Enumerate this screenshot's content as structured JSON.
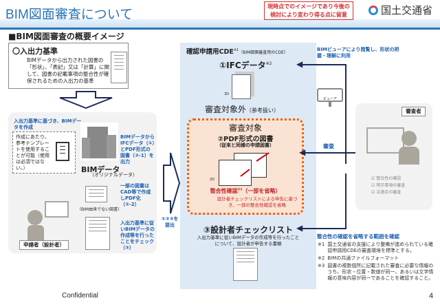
{
  "header": {
    "title": "BIM図面審査について",
    "notice_line1": "現時点でのイメージであり今後の",
    "notice_line2": "検討により変わり得る点に留意",
    "logo": "国土交通省"
  },
  "section_title": "■BIM図面審査の概要イメージ",
  "io_standard": {
    "heading": "〇入出力基準",
    "text": "BIMデータから出力された図書の「形状」、「表記」又は「計算」に関して、図書の記載事項の整合性が確保されるための入出力の基準"
  },
  "applicant": {
    "create_note": "入出力基準に基づき、BIMデータを作成",
    "template_note": "作成にあたり、参考テンプレートを使用することが可能（使用は必須ではない。）",
    "bim_label": "BIMデータ",
    "bim_sub": "（オリジナルデータ）",
    "output_note": "BIMデータからIFCデータ（①）とPDF形式の図書（②-1）を出力",
    "non_bim_label": "（BIM由来でない図書）",
    "cad_note": "一部の図書はCAD等で作成しPDF化（②-2）",
    "check_note": "入出力基準に従いBIMデータの作成等を行ったことをチェック（③）",
    "role": "申請者（設計者）",
    "submit": "①②③を提出"
  },
  "cde": {
    "title": "確認申請用CDE",
    "title_sup": "※1",
    "title_sub": "（BIM図面審査用のCDE）",
    "ifc": "①IFCデータ",
    "ifc_sup": "※2",
    "label_3d": "3D",
    "out_of_scope": "審査対象外",
    "out_of_scope_sub": "（参考扱い）",
    "in_scope": "審査対象",
    "pdf": "②PDF形式の図書",
    "pdf_sub": "（従来と同様の申請図書）",
    "label_2d": "2D",
    "consistency": "整合性確認",
    "consistency_sup": "※3",
    "consistency_sub": "（一部を省略）",
    "consistency_note": "設計者チェックリストによる申告に基づき、一部の整合性確認を省略",
    "checklist": "③設計者チェックリスト",
    "checklist_note": "入出力基準に従いBIMデータの作成等を行ったことについて、設計者が申告する書類"
  },
  "reviewer": {
    "viewer_note": "BIMビューアにより閲覧し、形状の把握・理解に利用",
    "viewer": "ビューア",
    "review": "審査",
    "role": "審査者",
    "items": [
      "整合性の確認",
      "明示事項の審査",
      "法適合の審査"
    ],
    "confirm": "整合性の確認を省略する範囲を確認"
  },
  "footnotes": [
    {
      "mark": "※1",
      "text": "国土交通省の支援により整備が進められている確認申請用CDEの審査環境を標準とする。"
    },
    {
      "mark": "※2",
      "text": "BIMの共通ファイルフォーマット"
    },
    {
      "mark": "※3",
      "text": "図書の複数個所に記載された審査に必要な情報のうち、形状・位置・数値が同一、あるいは文字情報の意味内容が同一であることを確認すること。"
    }
  ],
  "footer": {
    "confidential": "Confidential",
    "page": "4"
  }
}
